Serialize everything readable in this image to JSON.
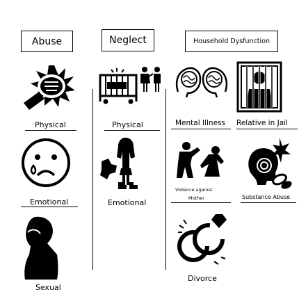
{
  "headers": {
    "abuse": "Abuse",
    "neglect": "Neglect",
    "household": "Household Dysfunction"
  },
  "labels": {
    "abuse_physical": "Physical",
    "abuse_emotional": "Emotional",
    "abuse_sexual": "Sexual",
    "neglect_physical": "Physical",
    "neglect_emotional": "Emotional",
    "mental_illness": "Mental Illness",
    "relative_jail": "Relative in Jail",
    "violence_line1": "Violence against",
    "violence_line2": "Mother",
    "substance_abuse": "Substance Abuse",
    "divorce": "Divorce"
  },
  "icons": [
    "fist-icon",
    "sad-face-icon",
    "distressed-person-icon",
    "crib-icon",
    "arguing-parents-icon",
    "neglected-child-icon",
    "brains-icon",
    "jail-icon",
    "violence-icon",
    "substance-icon",
    "broken-rings-icon"
  ],
  "colors": {
    "ink": "#000000",
    "background": "#ffffff"
  }
}
